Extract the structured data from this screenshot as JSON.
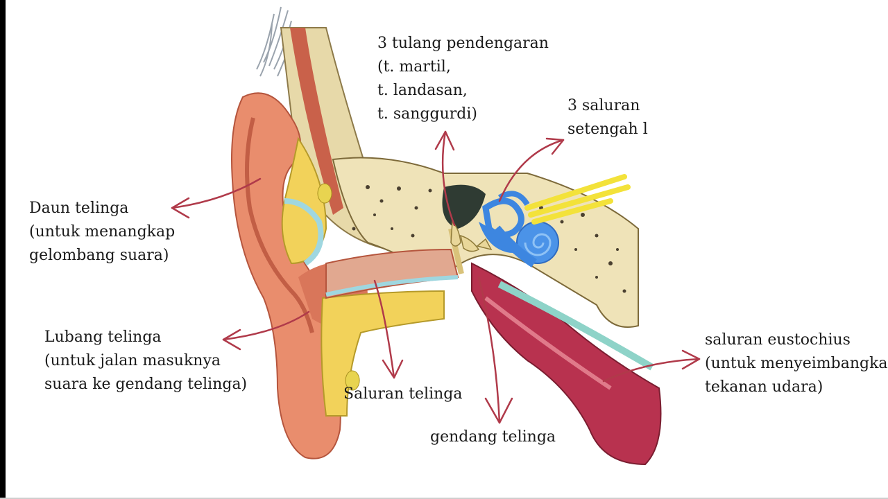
{
  "labels": {
    "ossicles": [
      "3 tulang pendengaran",
      "(t. martil,",
      "t. landasan,",
      "t. sanggurdi)"
    ],
    "canals": [
      "3 saluran",
      "setengah l"
    ],
    "auricle": [
      "Daun telinga",
      "(untuk menangkap",
      "gelombang suara)"
    ],
    "ear_hole": [
      "Lubang telinga",
      "(untuk jalan masuknya",
      "suara ke gendang telinga)"
    ],
    "ear_canal": "Saluran telinga",
    "eardrum": "gendang telinga",
    "eustachian": [
      "saluran eustochius",
      "(untuk menyeimbangkan",
      "tekanan udara)"
    ]
  },
  "colors": {
    "arrow": "#b03a4a",
    "skin": "#e98d6d",
    "skin_dark": "#c9614a",
    "cartilage": "#f2d25a",
    "bone": "#efe3b8",
    "inner_ear": "#3d86e0",
    "nerve": "#f3e23a",
    "tube": "#b8324f"
  }
}
